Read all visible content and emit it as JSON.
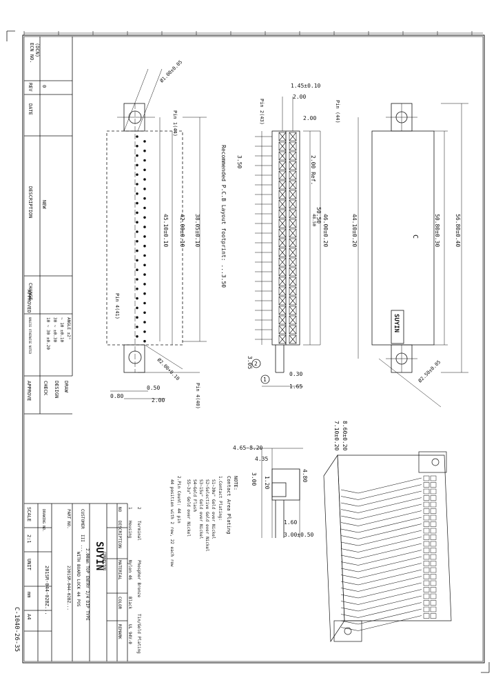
{
  "title_block": {
    "sheet_code": "C-1040-26-35",
    "company": "SUYIN",
    "company_sub": "CONNECTOR",
    "customer_label": "CUSTOMER",
    "customer_value": "III ...",
    "title_label": "TITLE",
    "title_value": "2.00mm TOP ENTRY 2/4 DIP TYPE",
    "title_value2": "WITH BOARD LOCK 44 POS",
    "part_no_label": "PART NO.",
    "part_no_value": "2301SR-044-02BZ...",
    "drawing_no_label": "DRAWING NO.",
    "drawing_no_value": "201SR-044-02BZ...",
    "scale_label": "SCALE",
    "scale_value": "2:1",
    "unit_label": "UNIT",
    "unit_value": "mm",
    "size_value": "A4",
    "sheet_label": "SHEET",
    "tolerance_header": "UNLESS OTHERWISE NOTED",
    "tolerance_1": "10 ~ 30  ±0.20",
    "tolerance_2": "30 ~     ±0.30",
    "tolerance_3": "~ 10     ±0.10",
    "angle": "ANGLE ±2°",
    "draw_label": "DRAW",
    "design_label": "DESIGN",
    "check_label": "CHECK",
    "approve_label": "APPROVE",
    "approved_label": "APPROVED"
  },
  "revision_table": {
    "ecn_label": "ECN NO.",
    "ecn_sub": "(DCN)",
    "rev_label": "REV",
    "rev_value": "0",
    "date_label": "DATE",
    "desc_label": "DESCRIPTION",
    "desc_value": "NEW",
    "change_label": "CHANGE"
  },
  "bom": {
    "header": [
      "NO",
      "DESCRIPTION",
      "MATERIAL",
      "COLOR",
      "REMARK"
    ],
    "rows": [
      [
        "1",
        "Housing",
        "Nylon 46",
        "Black",
        "UL 94V-0"
      ],
      [
        "2",
        "Terminal",
        "Phosphor Bronze",
        "",
        "Tin/Gold Plating"
      ]
    ]
  },
  "notes": {
    "title": "NOTE:",
    "heading": "Contact Area Plating",
    "lines": [
      "1.Contact Plating:",
      "S1~30u\" Gold over Nickel",
      "S2~Selective Gold over Nickel",
      "S3~15u\" Gold over Nickel",
      "S4~Gold Flash",
      "S5~3u\" Gold over Nickel",
      "2.Pin Count: 44 pin",
      "44 position with 2 row, 22 each row"
    ]
  },
  "dimensions": {
    "top_pitch": "1.45±0.10",
    "pitch_a": "2.00",
    "pitch_b": "2.00",
    "pin_count_a": "Pin 1(44)",
    "pin_count_b": "Pin 2(43)",
    "pin_count_c": "Pin (44)",
    "pin_count_d": "Pin 4(41)",
    "pin_count_e": "Pin 4(40)",
    "dim_2_00_ref": "2.00 Ref.",
    "dim_44_10": "44.10±0.20",
    "dim_50_80": "50.80±0.30",
    "dim_56_80": "56.80±0.40",
    "dim_42_00": "42.00±0.10",
    "dim_46_00": "46.00±0.20",
    "dim_50_50": "50.50",
    "dim_48_50": "48.50",
    "dim_45_10": "45.10±0.10",
    "dim_38_05": "38.05±0.10",
    "dim_0_80": "0.80",
    "dim_2_00b": "2.00",
    "dim_0_50": "0.50",
    "dim_1_65": "1.65",
    "dim_3_05": "3.05",
    "dim_3_50": "3.50",
    "dim_0_30": "0.30",
    "hole_dia": "Ø2.00+0.10",
    "hole_dia2": "Ø2.50±0.05",
    "hole_dia3": "Ø1.00±0.05",
    "footprint_title": "Recommended P.C.B Layout footprint: ...3.50",
    "side_465": "4.65~8.20",
    "side_435": "4.35",
    "side_300": "3.00",
    "side_120": "1.20",
    "side_480": "4.80",
    "side_160": "1.60",
    "side_300b": "3.00±0.50",
    "side_610": "8.60±0.20",
    "side_710": "7.10±0.20",
    "plating_c": "C"
  },
  "labels": {
    "logo_text": "SUYIN",
    "callout_1": "1",
    "callout_2": "2"
  },
  "colors": {
    "line": "#111111",
    "background": "#ffffff"
  }
}
